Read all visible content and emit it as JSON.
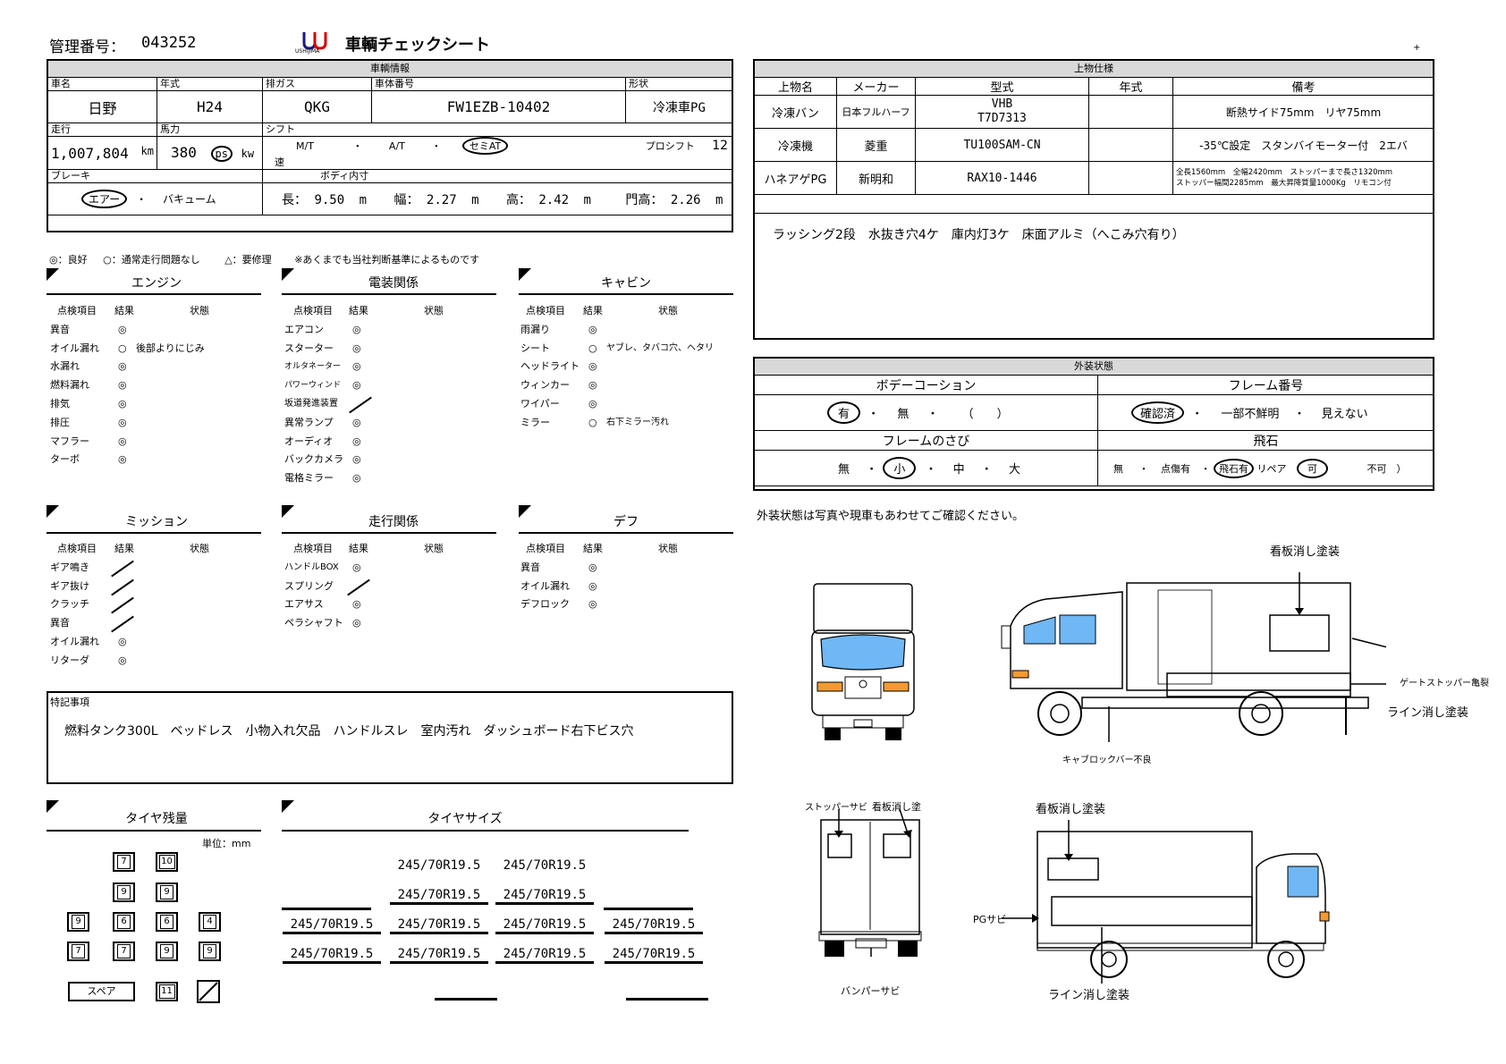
{
  "header": {
    "mgmt_label": "管理番号：",
    "mgmt_no": "043252",
    "logo_text": "USHIJIMA",
    "title": "車輌チェックシート",
    "plus": "+"
  },
  "vehicle": {
    "section_title": "車輌情報",
    "labels": {
      "name": "車名",
      "year": "年式",
      "emission": "排ガス",
      "chassis": "車体番号",
      "shape": "形状",
      "mileage": "走行",
      "hp": "馬力",
      "shift": "シフト",
      "brake": "ブレーキ",
      "body": "ボディ内寸"
    },
    "name": "日野",
    "year": "H24",
    "emission": "QKG",
    "chassis": "FW1EZB-10402",
    "shape": "冷凍車PG",
    "mileage": "1,007,804",
    "mileage_unit": "km",
    "hp": "380",
    "hp_unit_ps": "ps",
    "hp_unit_kw": "kw",
    "shift_mt": "M/T",
    "shift_at": "A/T",
    "shift_semi": "セミAT",
    "shift_sep": "・",
    "proshift": "プロシフト",
    "gears": "12",
    "gears_unit": "速",
    "brake_air": "エアー",
    "brake_sep": "・",
    "brake_vac": "バキューム",
    "dim_len_label": "長：",
    "dim_len": "9.50",
    "dim_w_label": "幅：",
    "dim_w": "2.27",
    "dim_h_label": "高：",
    "dim_h": "2.42",
    "dim_door_label": "門高：",
    "dim_door": "2.26",
    "dim_unit": "m"
  },
  "legend": {
    "good": "◎：良好",
    "ok": "○：通常走行問題なし",
    "repair": "△：要修理",
    "note": "※あくまでも当社判断基準によるものです"
  },
  "check_headers": {
    "item": "点検項目",
    "result": "結果",
    "state": "状態"
  },
  "engine": {
    "title": "エンジン",
    "rows": [
      {
        "item": "異音",
        "result": "◎",
        "state": ""
      },
      {
        "item": "オイル漏れ",
        "result": "○",
        "state": "後部よりにじみ"
      },
      {
        "item": "水漏れ",
        "result": "◎",
        "state": ""
      },
      {
        "item": "燃料漏れ",
        "result": "◎",
        "state": ""
      },
      {
        "item": "排気",
        "result": "◎",
        "state": ""
      },
      {
        "item": "排圧",
        "result": "◎",
        "state": ""
      },
      {
        "item": "マフラー",
        "result": "◎",
        "state": ""
      },
      {
        "item": "ターボ",
        "result": "◎",
        "state": ""
      }
    ]
  },
  "electric": {
    "title": "電装関係",
    "rows": [
      {
        "item": "エアコン",
        "result": "◎",
        "state": ""
      },
      {
        "item": "スターター",
        "result": "◎",
        "state": ""
      },
      {
        "item": "オルタネーター",
        "result": "◎",
        "state": ""
      },
      {
        "item": "パワーウィンド",
        "result": "◎",
        "state": ""
      },
      {
        "item": "坂道発進装置",
        "result": "",
        "state": ""
      },
      {
        "item": "異常ランプ",
        "result": "◎",
        "state": ""
      },
      {
        "item": "オーディオ",
        "result": "◎",
        "state": ""
      },
      {
        "item": "バックカメラ",
        "result": "◎",
        "state": ""
      },
      {
        "item": "電格ミラー",
        "result": "◎",
        "state": ""
      }
    ]
  },
  "cabin": {
    "title": "キャビン",
    "rows": [
      {
        "item": "雨漏り",
        "result": "◎",
        "state": ""
      },
      {
        "item": "シート",
        "result": "○",
        "state": "ヤブレ、タバコ穴、ヘタリ"
      },
      {
        "item": "ヘッドライト",
        "result": "◎",
        "state": ""
      },
      {
        "item": "ウィンカー",
        "result": "◎",
        "state": ""
      },
      {
        "item": "ワイパー",
        "result": "◎",
        "state": ""
      },
      {
        "item": "ミラー",
        "result": "○",
        "state": "右下ミラー汚れ"
      }
    ]
  },
  "mission": {
    "title": "ミッション",
    "rows": [
      {
        "item": "ギア鳴き",
        "result": "",
        "state": ""
      },
      {
        "item": "ギア抜け",
        "result": "",
        "state": ""
      },
      {
        "item": "クラッチ",
        "result": "",
        "state": ""
      },
      {
        "item": "異音",
        "result": "",
        "state": ""
      },
      {
        "item": "オイル漏れ",
        "result": "◎",
        "state": ""
      },
      {
        "item": "リターダ",
        "result": "◎",
        "state": ""
      }
    ]
  },
  "running": {
    "title": "走行関係",
    "rows": [
      {
        "item": "ハンドルBOX",
        "result": "◎",
        "state": ""
      },
      {
        "item": "スプリング",
        "result": "",
        "state": ""
      },
      {
        "item": "エアサス",
        "result": "◎",
        "state": ""
      },
      {
        "item": "ペラシャフト",
        "result": "◎",
        "state": ""
      }
    ]
  },
  "diff": {
    "title": "デフ",
    "rows": [
      {
        "item": "異音",
        "result": "◎",
        "state": ""
      },
      {
        "item": "オイル漏れ",
        "result": "◎",
        "state": ""
      },
      {
        "item": "デフロック",
        "result": "◎",
        "state": ""
      }
    ]
  },
  "notes": {
    "label": "特記事項",
    "text": "燃料タンク300L　ベッドレス　小物入れ欠品　ハンドルスレ　室内汚れ　ダッシュボード右下ビス穴"
  },
  "tyre_remain": {
    "title": "タイヤ残量",
    "unit": "単位：mm",
    "boxes": {
      "r1a": "7",
      "r1b": "10",
      "r2a": "9",
      "r2b": "9",
      "r3a": "9",
      "r3b": "6",
      "r3c": "6",
      "r3d": "4",
      "r4a": "7",
      "r4b": "7",
      "r4c": "9",
      "r4d": "9",
      "spare_label": "スペア",
      "spare": "11"
    }
  },
  "tyre_size": {
    "title": "タイヤサイズ",
    "r1": [
      "245/70R19.5",
      "245/70R19.5"
    ],
    "r2": [
      "245/70R19.5",
      "245/70R19.5"
    ],
    "r3": [
      "245/70R19.5",
      "245/70R19.5",
      "245/70R19.5",
      "245/70R19.5"
    ],
    "r4": [
      "245/70R19.5",
      "245/70R19.5",
      "245/70R19.5",
      "245/70R19.5"
    ]
  },
  "body_spec": {
    "section_title": "上物仕様",
    "headers": {
      "name": "上物名",
      "maker": "メーカー",
      "model": "型式",
      "year": "年式",
      "remarks": "備考"
    },
    "rows": [
      {
        "name": "冷凍バン",
        "maker": "日本フルハーフ",
        "model1": "VHB",
        "model2": "T7D7313",
        "year": "",
        "remarks": "断熱サイド75mm　リヤ75mm"
      },
      {
        "name": "冷凍機",
        "maker": "菱重",
        "model1": "TU100SAM-CN",
        "model2": "",
        "year": "",
        "remarks": "-35℃設定　スタンバイモーター付　2エバ"
      },
      {
        "name": "ハネアゲPG",
        "maker": "新明和",
        "model1": "RAX10-1446",
        "model2": "",
        "year": "",
        "remarks": "全長1560mm　全幅2420mm　ストッパーまで長さ1320mm",
        "remarks2": "ストッパー幅間2285mm　最大昇降質量1000Kg　リモコン付"
      }
    ],
    "memo": "ラッシング2段　水抜き穴4ケ　庫内灯3ケ　床面アルミ（へこみ穴有り）"
  },
  "exterior": {
    "section_title": "外装状態",
    "coating_title": "ボデーコーション",
    "coating_yes": "有",
    "coating_no": "無",
    "coating_paren": "（　　）",
    "frame_title": "フレーム番号",
    "frame_ok": "確認済",
    "frame_partial": "一部不鮮明",
    "frame_none": "見えない",
    "rust_title": "フレームのさび",
    "rust_none": "無",
    "rust_small": "小",
    "rust_mid": "中",
    "rust_big": "大",
    "chip_title": "飛石",
    "chip_none": "無",
    "chip_few": "点傷有",
    "chip_yes": "飛石有",
    "chip_repair": "リペア",
    "chip_ok": "可",
    "chip_ng": "不可　）",
    "sep": "・",
    "note": "外装状態は写真や現車もあわせてご確認ください。"
  },
  "callouts": {
    "sign_top": "看板消し塗装",
    "gate": "ゲートストッパー亀裂",
    "line1": "ライン消し塗装",
    "cab_lock": "キャブロックバー不良",
    "rear_left": "ストッパーサビ",
    "rear_right": "看板消し塗",
    "sign_bottom": "看板消し塗装",
    "pg": "PGサビ",
    "bumper": "バンパーサビ",
    "line2": "ライン消し塗装"
  }
}
